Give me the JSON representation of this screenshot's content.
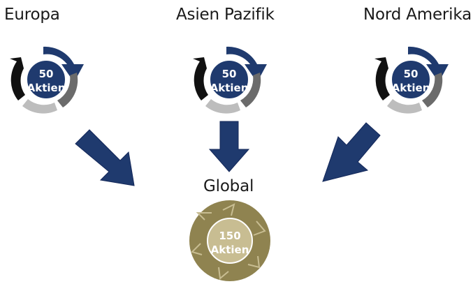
{
  "regions": [
    {
      "name": "Europa",
      "count": "50",
      "unit": "Aktien"
    },
    {
      "name": "Asien Pazifik",
      "count": "50",
      "unit": "Aktien"
    },
    {
      "name": "Nord Amerika",
      "count": "50",
      "unit": "Aktien"
    }
  ],
  "global": {
    "name": "Global",
    "count": "150",
    "unit": "Aktien"
  },
  "colors": {
    "navy": "#1f3a6e",
    "dark_gray": "#6b6b6b",
    "light_gray": "#bdbdbd",
    "black": "#111111",
    "olive": "#8f8350",
    "olive_light": "#c8bd92"
  }
}
